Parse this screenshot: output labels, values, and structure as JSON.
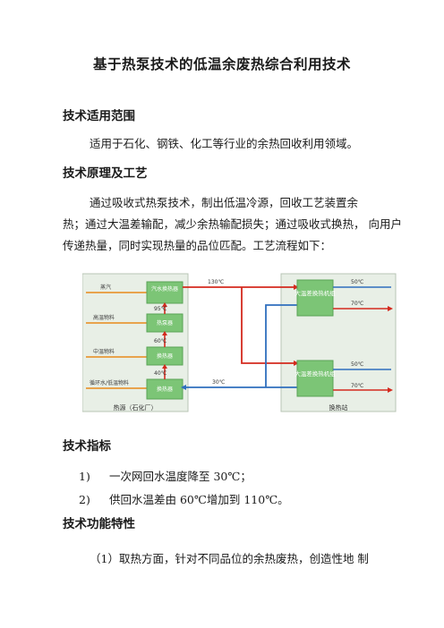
{
  "title": "基于热泵技术的低温余废热综合利用技术",
  "sections": {
    "scope": {
      "heading": "技术适用范围",
      "text": "适用于石化、钢铁、化工等行业的余热回收利用领域。"
    },
    "principle": {
      "heading": "技术原理及工艺",
      "lines": [
        "通过吸收式热泵技术，制出低温冷源，回收工艺装置余",
        "热；通过大温差输配，减少余热输配损失；通过吸收式换热，  向用户",
        "传递热量，同时实现热量的品位匹配。工艺流程如下："
      ]
    },
    "indicators": {
      "heading": "技术指标",
      "items": [
        {
          "num": "1)",
          "text": "一次网回水温度降至  30℃；"
        },
        {
          "num": "2)",
          "text": "供回水温差由  60℃增加到 110℃。"
        }
      ]
    },
    "features": {
      "heading": "技术功能特性",
      "text": "（1）取热方面，针对不同品位的余热废热，创造性地  制"
    }
  },
  "diagram": {
    "left_units": [
      "汽水换热器",
      "热泵器",
      "换热器",
      "换热器"
    ],
    "left_inputs": [
      "蒸汽",
      "高温物料",
      "中温物料",
      "循环水/低温物料"
    ],
    "left_temps": [
      "95℃",
      "60℃",
      "40℃"
    ],
    "right_units": [
      "大温差换热机组",
      "大温差换热机组"
    ],
    "pipe_temps": [
      "130℃",
      "30℃"
    ],
    "right_temps": [
      "50℃",
      "70℃",
      "50℃",
      "70℃"
    ],
    "left_caption": "热源（石化厂）",
    "right_caption": "换热站",
    "colors": {
      "supply": "#d42a1e",
      "return": "#2f6fbe",
      "unit": "#7cc576",
      "input": "#e88a1a",
      "panel": "#e8efe6"
    }
  }
}
